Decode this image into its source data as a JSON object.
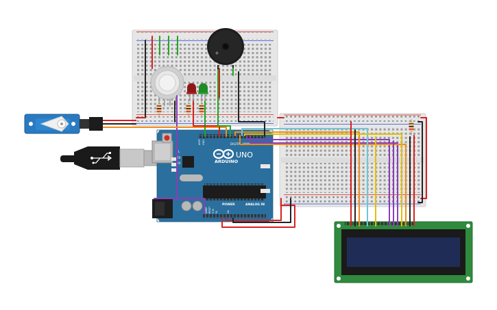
{
  "board": {
    "logo_text": "ARDUINO",
    "model_text": "UNO",
    "digital_label": "DIGITAL (PWM~)",
    "power_label": "POWER",
    "analog_label": "ANALOG IN",
    "tx_label": "TX",
    "rx_label": "RX",
    "l_label": "L",
    "aref_label": "AREF",
    "gnd_label": "GND",
    "ioref_label": "IOREF",
    "reset_label": "RESET",
    "v33_label": "3.3V",
    "v5_label": "5V",
    "vin_label": "Vin"
  },
  "buzzer": {
    "plus_label": "+"
  },
  "colors": {
    "board": "#2b6f9e",
    "breadboard": "#e8e8e8",
    "wire_red": "#d62020",
    "wire_green": "#23a523",
    "wire_orange": "#f28c18",
    "wire_purple": "#8a3db8",
    "wire_cyan": "#6ec6d6",
    "wire_yellow": "#e0c000",
    "lcd_board": "#2f8a3e",
    "lcd_screen": "#1f2d56"
  }
}
